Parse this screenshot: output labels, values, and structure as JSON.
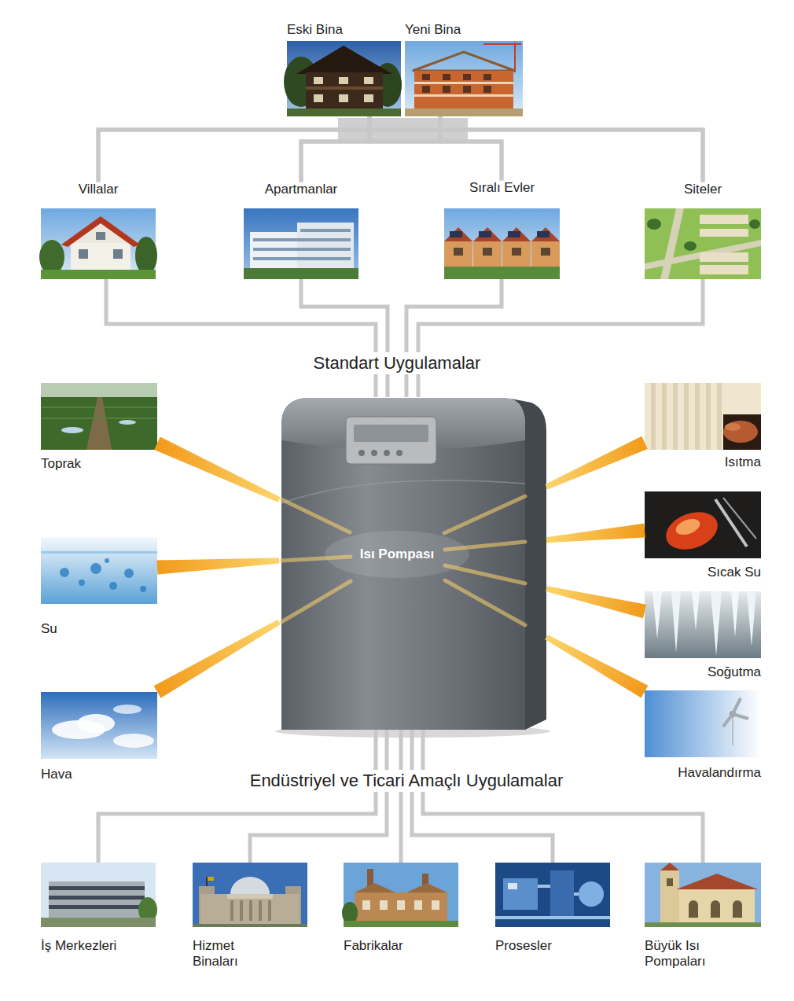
{
  "diagram": {
    "nodes": [
      {
        "text": [
          "Eski Bina"
        ]
      },
      {
        "text": [
          "Yeni Bina"
        ]
      },
      {
        "text": [
          "Villalar"
        ]
      },
      {
        "text": [
          "Apartmanlar"
        ]
      },
      {
        "text": [
          "Sıralı Evler"
        ]
      },
      {
        "text": [
          "Siteler"
        ]
      },
      {
        "text": [
          "Isı Pompası"
        ]
      },
      {
        "text": [
          "Toprak"
        ]
      },
      {
        "text": [
          "Su"
        ]
      },
      {
        "text": [
          "Hava"
        ]
      },
      {
        "text": [
          "Isıtma"
        ]
      },
      {
        "text": [
          "Sıcak Su"
        ]
      },
      {
        "text": [
          "Soğutma"
        ]
      },
      {
        "text": [
          "Havalandırma"
        ]
      },
      {
        "text": [
          "İş Merkezleri"
        ]
      },
      {
        "text": [
          "Hizmet Binaları"
        ]
      },
      {
        "text": [
          "Fabrikalar"
        ]
      },
      {
        "text": [
          "Prosesler"
        ]
      },
      {
        "text": [
          "Büyük Isı Pompaları"
        ]
      }
    ],
    "edges": [
      {
        "from": 0,
        "to": 2,
        "arrow": "none"
      },
      {
        "from": 0,
        "to": 3,
        "arrow": "none"
      },
      {
        "from": 0,
        "to": 4,
        "arrow": "none"
      },
      {
        "from": 0,
        "to": 5,
        "arrow": "none"
      },
      {
        "from": 1,
        "to": 2,
        "arrow": "none"
      },
      {
        "from": 1,
        "to": 3,
        "arrow": "none"
      },
      {
        "from": 1,
        "to": 4,
        "arrow": "none"
      },
      {
        "from": 1,
        "to": 5,
        "arrow": "none"
      },
      {
        "from": 2,
        "to": 6,
        "arrow": "none"
      },
      {
        "from": 3,
        "to": 6,
        "arrow": "none"
      },
      {
        "from": 4,
        "to": 6,
        "arrow": "none"
      },
      {
        "from": 5,
        "to": 6,
        "arrow": "none"
      },
      {
        "from": 7,
        "to": 6,
        "arrow": "none"
      },
      {
        "from": 8,
        "to": 6,
        "arrow": "none"
      },
      {
        "from": 9,
        "to": 6,
        "arrow": "none"
      },
      {
        "from": 6,
        "to": 10,
        "arrow": "none"
      },
      {
        "from": 6,
        "to": 11,
        "arrow": "none"
      },
      {
        "from": 6,
        "to": 12,
        "arrow": "none"
      },
      {
        "from": 6,
        "to": 13,
        "arrow": "none"
      },
      {
        "from": 6,
        "to": 14,
        "arrow": "none"
      },
      {
        "from": 6,
        "to": 15,
        "arrow": "none"
      },
      {
        "from": 6,
        "to": 16,
        "arrow": "none"
      },
      {
        "from": 6,
        "to": 17,
        "arrow": "none"
      },
      {
        "from": 6,
        "to": 18,
        "arrow": "none"
      }
    ],
    "labels": [
      "Standart Uygulamalar",
      "Endüstriyel ve Ticari Amaçlı Uygulamalar"
    ]
  }
}
